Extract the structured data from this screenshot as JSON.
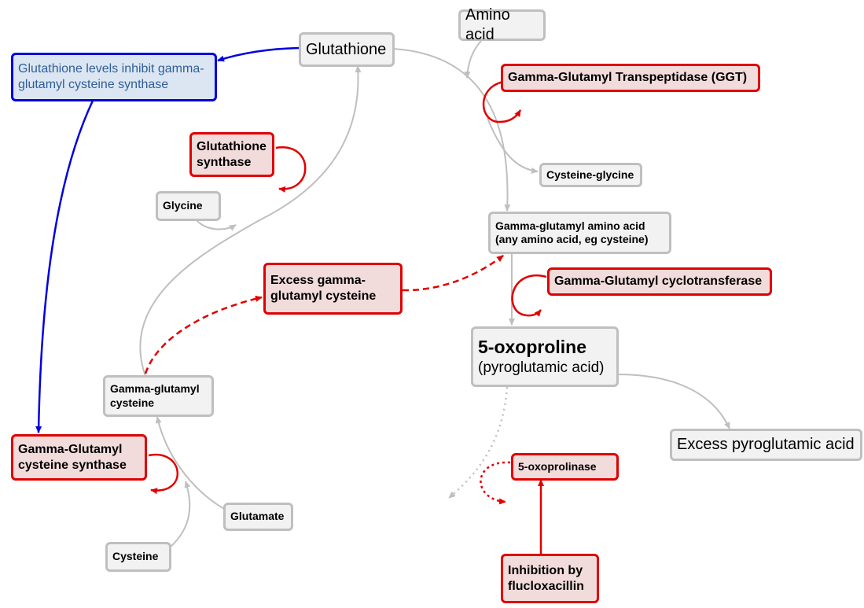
{
  "nodes": {
    "glutathione": "Glutathione",
    "amino_acid": "Amino acid",
    "ggt": "Gamma-Glutamyl Transpeptidase (GGT)",
    "inhibit_note": "Glutathione levels inhibit gamma-glutamyl cysteine synthase",
    "glutathione_synthase": "Glutathione synthase",
    "cysteine_glycine": "Cysteine-glycine",
    "glycine": "Glycine",
    "gg_amino_acid_line1": "Gamma-glutamyl amino acid",
    "gg_amino_acid_line2": "(any amino acid, eg cysteine)",
    "excess_ggc": "Excess gamma-glutamyl cysteine",
    "gg_cyclotransferase": "Gamma-Glutamyl cyclotransferase",
    "oxoproline_line1": "5-oxoproline",
    "oxoproline_line2": "(pyroglutamic acid)",
    "gg_cysteine": "Gamma-glutamyl cysteine",
    "excess_pyroglutamic": "Excess pyroglutamic acid",
    "ggc_synthase": "Gamma-Glutamyl cysteine synthase",
    "oxoprolinase": "5-oxoprolinase",
    "glutamate": "Glutamate",
    "cysteine": "Cysteine",
    "inhibition_flucloxacillin": "Inhibition by flucloxacillin"
  },
  "colors": {
    "grey_edge": "#bfbfbf",
    "red_edge": "#e00000",
    "blue_edge": "#0000e0",
    "red_fill": "#f2dcdb",
    "grey_fill": "#f2f2f2",
    "blue_fill": "#dce6f2"
  }
}
